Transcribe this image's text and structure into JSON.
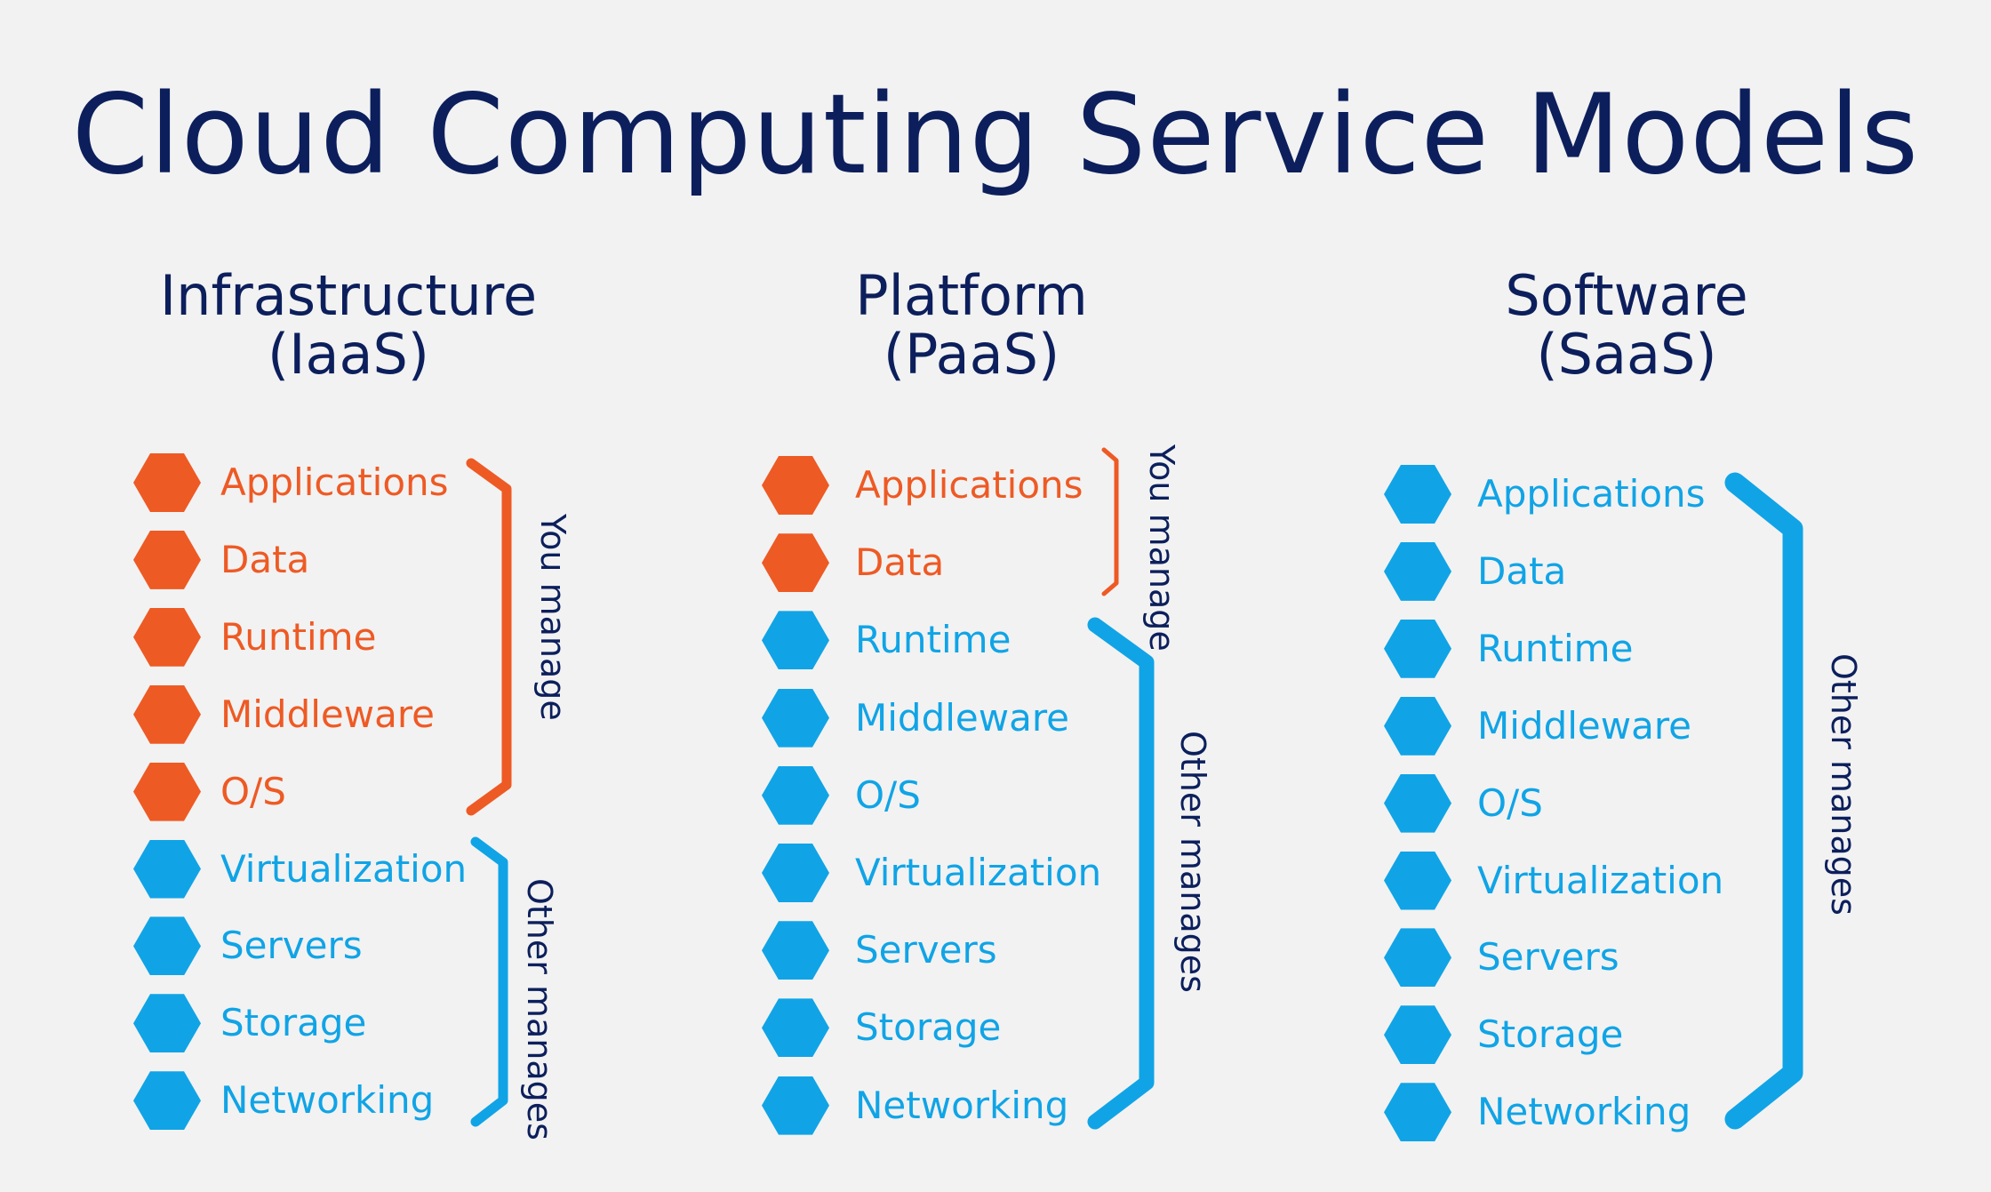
{
  "title": "Cloud Computing Service Models",
  "colors": {
    "title": "#0c1f5c",
    "you_manage": "#ee5a24",
    "other_manages": "#10a4e6",
    "background": "#f2f2f2"
  },
  "columns": [
    {
      "heading_line1": "Infrastructure",
      "heading_line2": "(IaaS)",
      "items": [
        {
          "label": "Applications",
          "group": "you"
        },
        {
          "label": "Data",
          "group": "you"
        },
        {
          "label": "Runtime",
          "group": "you"
        },
        {
          "label": "Middleware",
          "group": "you"
        },
        {
          "label": "O/S",
          "group": "you"
        },
        {
          "label": "Virtualization",
          "group": "other"
        },
        {
          "label": "Servers",
          "group": "other"
        },
        {
          "label": "Storage",
          "group": "other"
        },
        {
          "label": "Networking",
          "group": "other"
        }
      ],
      "you_manage_label": "You manage",
      "other_manages_label_line1": "Other",
      "other_manages_label_line2": "manages"
    },
    {
      "heading_line1": "Platform",
      "heading_line2": "(PaaS)",
      "items": [
        {
          "label": "Applications",
          "group": "you"
        },
        {
          "label": "Data",
          "group": "you"
        },
        {
          "label": "Runtime",
          "group": "other"
        },
        {
          "label": "Middleware",
          "group": "other"
        },
        {
          "label": "O/S",
          "group": "other"
        },
        {
          "label": "Virtualization",
          "group": "other"
        },
        {
          "label": "Servers",
          "group": "other"
        },
        {
          "label": "Storage",
          "group": "other"
        },
        {
          "label": "Networking",
          "group": "other"
        }
      ],
      "you_manage_label_line1": "You",
      "you_manage_label_line2": "manage",
      "other_manages_label": "Other manages"
    },
    {
      "heading_line1": "Software",
      "heading_line2": "(SaaS)",
      "items": [
        {
          "label": "Applications",
          "group": "other"
        },
        {
          "label": "Data",
          "group": "other"
        },
        {
          "label": "Runtime",
          "group": "other"
        },
        {
          "label": "Middleware",
          "group": "other"
        },
        {
          "label": "O/S",
          "group": "other"
        },
        {
          "label": "Virtualization",
          "group": "other"
        },
        {
          "label": "Servers",
          "group": "other"
        },
        {
          "label": "Storage",
          "group": "other"
        },
        {
          "label": "Networking",
          "group": "other"
        }
      ],
      "other_manages_label": "Other manages"
    }
  ]
}
